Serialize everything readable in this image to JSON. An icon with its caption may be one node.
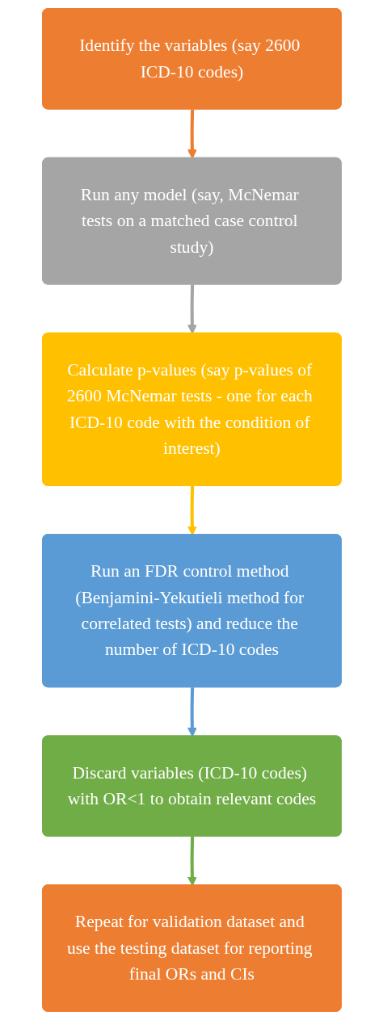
{
  "diagram": {
    "nodes": [
      {
        "text": [
          "Identify the variables (say 2600 ICD-10 codes)"
        ]
      },
      {
        "text": [
          "Run any model (say, McNemar tests on a matched case control study)"
        ]
      },
      {
        "text": [
          "Calculate p-values (say p-values of 2600 McNemar tests - one for each ICD-10 code with the condition of interest)"
        ]
      },
      {
        "text": [
          "Run an FDR control method (Benjamini-Yekutieli method for correlated tests) and reduce the number of ICD-10 codes"
        ]
      },
      {
        "text": [
          "Discard variables (ICD-10 codes) with OR<1 to obtain relevant codes"
        ]
      },
      {
        "text": [
          "Repeat for validation dataset and use the testing dataset for reporting final ORs and CIs"
        ]
      }
    ],
    "edges": [
      {
        "from": 0,
        "to": 1,
        "arrow": "to",
        "color": "#ed7d31"
      },
      {
        "from": 1,
        "to": 2,
        "arrow": "to",
        "color": "#a5a5a5"
      },
      {
        "from": 2,
        "to": 3,
        "arrow": "to",
        "color": "#ffc000"
      },
      {
        "from": 3,
        "to": 4,
        "arrow": "to",
        "color": "#5b9bd5"
      },
      {
        "from": 4,
        "to": 5,
        "arrow": "to",
        "color": "#70ad47"
      }
    ]
  }
}
